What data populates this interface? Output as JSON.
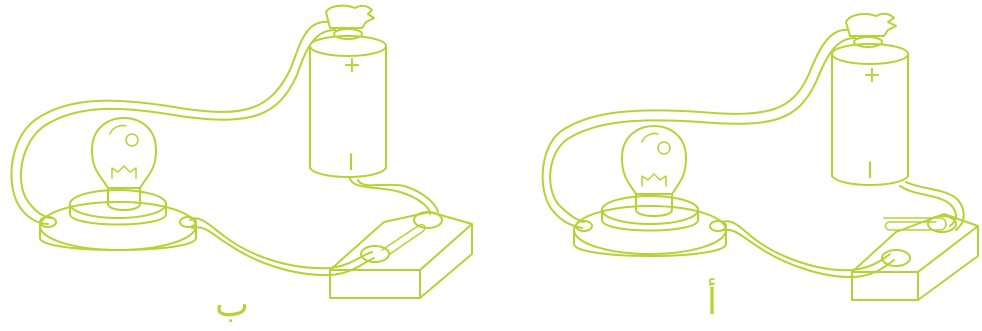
{
  "colors": {
    "line": "#b5d334",
    "background": "#ffffff"
  },
  "figures": [
    {
      "id": "b",
      "label": "ب",
      "switch_state": "open",
      "battery_positive": "+",
      "battery_negative": "I"
    },
    {
      "id": "a",
      "label": "أ",
      "switch_state": "closed",
      "battery_positive": "+",
      "battery_negative": "I"
    }
  ]
}
